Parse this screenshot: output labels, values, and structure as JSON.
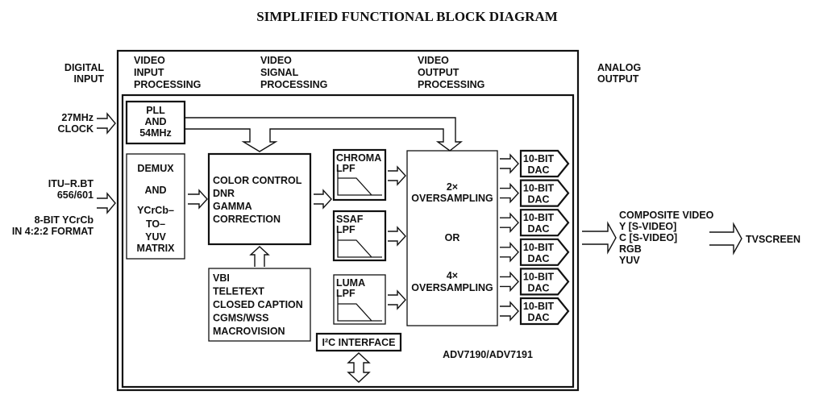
{
  "title": "SIMPLIFIED FUNCTIONAL BLOCK DIAGRAM",
  "left_labels": {
    "digital_input": [
      "DIGITAL",
      "INPUT"
    ],
    "clock": [
      "27MHz",
      "CLOCK"
    ],
    "itu": [
      "ITU–R.BT",
      "656/601"
    ],
    "format": [
      "8-BIT YCrCb",
      "IN 4:2:2 FORMAT"
    ]
  },
  "sections": {
    "input": [
      "VIDEO",
      "INPUT",
      "PROCESSING"
    ],
    "signal": [
      "VIDEO",
      "SIGNAL",
      "PROCESSING"
    ],
    "output": [
      "VIDEO",
      "OUTPUT",
      "PROCESSING"
    ]
  },
  "blocks": {
    "pll": [
      "PLL",
      "AND",
      "54MHz"
    ],
    "demux": [
      "DEMUX",
      "AND",
      "YCrCb–",
      "TO–",
      "YUV",
      "MATRIX"
    ],
    "color": [
      "COLOR CONTROL",
      "DNR",
      "GAMMA",
      "CORRECTION"
    ],
    "vbi": [
      "VBI",
      "TELETEXT",
      "CLOSED CAPTION",
      "CGMS/WSS",
      "MACROVISION"
    ],
    "chroma": [
      "CHROMA",
      "LPF"
    ],
    "ssaf": [
      "SSAF",
      "LPF"
    ],
    "luma": [
      "LUMA",
      "LPF"
    ],
    "oversampling": [
      "2×",
      "OVERSAMPLING",
      "OR",
      "4×",
      "OVERSAMPLING"
    ],
    "dac": [
      "10-BIT",
      "DAC"
    ],
    "i2c": "I²C INTERFACE",
    "chip": "ADV7190/ADV7191"
  },
  "right_labels": {
    "analog_output": [
      "ANALOG",
      "OUTPUT"
    ],
    "outputs": [
      "COMPOSITE VIDEO",
      "Y [S-VIDEO]",
      "C [S-VIDEO]",
      "RGB",
      "YUV"
    ],
    "tvscreen": "TVSCREEN"
  }
}
